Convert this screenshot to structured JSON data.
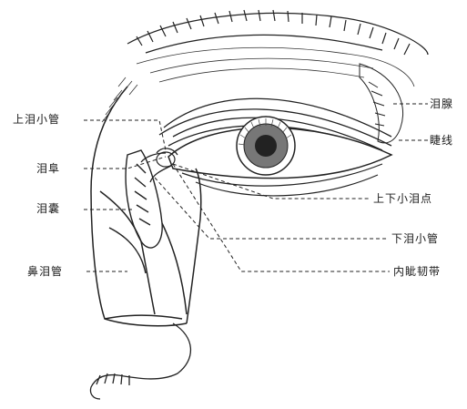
{
  "labels": {
    "upper_canaliculus": "上泪小管",
    "lacrimal_gland": "泪腺",
    "eyelash": "睫线",
    "lacrimal_lake": "泪阜",
    "upper_lower_puncta": "上下小泪点",
    "lacrimal_sac": "泪囊",
    "lower_canaliculus": "下泪小管",
    "nasolacrimal_duct": "鼻泪管",
    "medial_canthus": "内眦韧带"
  }
}
